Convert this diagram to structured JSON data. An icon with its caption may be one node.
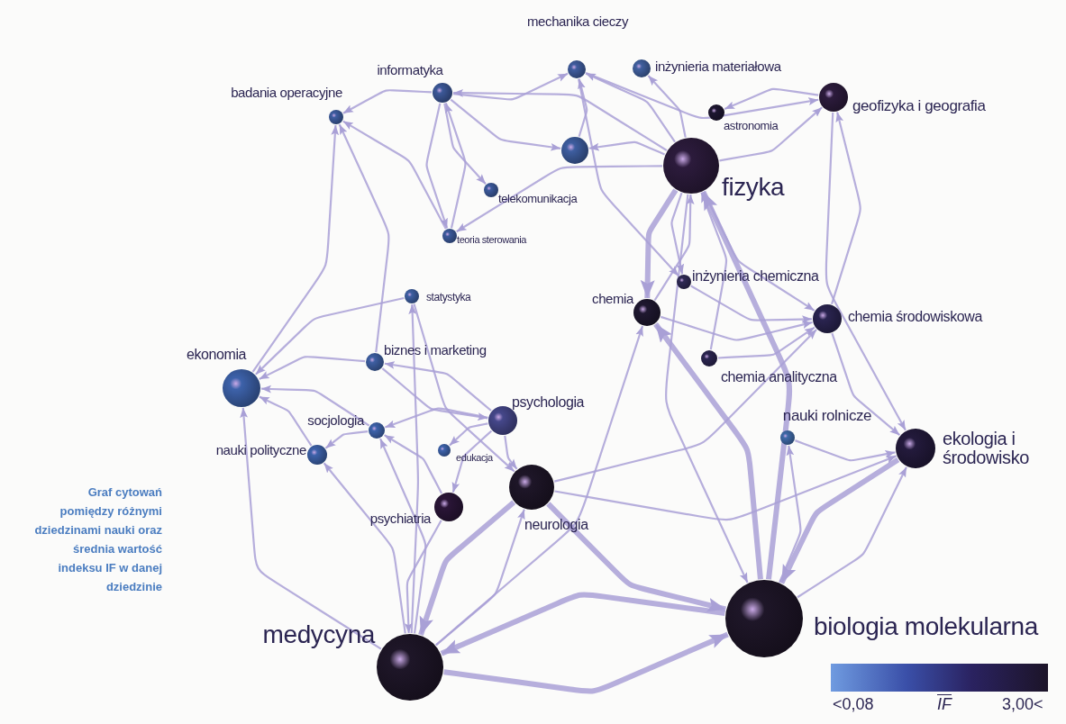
{
  "diagram": {
    "caption": "Graf cytowań pomiędzy różnymi dziedzinami nauki oraz średnia wartość indeksu IF w danej dziedzinie",
    "nodes": [
      {
        "text": [
          "mechanika cieczy"
        ]
      },
      {
        "text": [
          "inżynieria materiałowa"
        ]
      },
      {
        "text": [
          "informatyka"
        ]
      },
      {
        "text": [
          "badania operacyjne"
        ]
      },
      {
        "text": [
          "geofizyka i geografia"
        ]
      },
      {
        "text": [
          "astronomia"
        ]
      },
      {
        "text": [],
        "shape": "circle"
      },
      {
        "text": [
          "fizyka"
        ]
      },
      {
        "text": [
          "telekomunikacja"
        ]
      },
      {
        "text": [
          "teoria sterowania"
        ]
      },
      {
        "text": [
          "inżynieria chemiczna"
        ]
      },
      {
        "text": [
          "statystyka"
        ]
      },
      {
        "text": [
          "chemia"
        ]
      },
      {
        "text": [
          "chemia środowiskowa"
        ]
      },
      {
        "text": [
          "biznes i marketing"
        ]
      },
      {
        "text": [
          "chemia analityczna"
        ]
      },
      {
        "text": [
          "ekonomia"
        ]
      },
      {
        "text": [
          "socjologia"
        ]
      },
      {
        "text": [
          "psychologia"
        ]
      },
      {
        "text": [
          "nauki polityczne"
        ]
      },
      {
        "text": [
          "edukacja"
        ]
      },
      {
        "text": [
          "nauki rolnicze"
        ]
      },
      {
        "text": [
          "ekologia i środowisko"
        ]
      },
      {
        "text": [
          "psychiatria"
        ]
      },
      {
        "text": [
          "neurologia"
        ]
      },
      {
        "text": [
          "biologia molekularna"
        ]
      },
      {
        "text": [
          "medycyna"
        ]
      }
    ],
    "edges": [
      {
        "from": 2,
        "to": 3,
        "arrow": "to"
      },
      {
        "from": 2,
        "to": 0,
        "arrow": "to"
      },
      {
        "from": 7,
        "to": 2,
        "arrow": "to"
      },
      {
        "from": 2,
        "to": 6,
        "arrow": "to"
      },
      {
        "from": 2,
        "to": 8,
        "arrow": "to"
      },
      {
        "from": 2,
        "to": 9,
        "arrow": "to"
      },
      {
        "from": 9,
        "to": 2,
        "arrow": "to"
      },
      {
        "from": 9,
        "to": 3,
        "arrow": "to"
      },
      {
        "from": 14,
        "to": 3,
        "arrow": "to"
      },
      {
        "from": 16,
        "to": 3,
        "arrow": "to"
      },
      {
        "from": 0,
        "to": 4,
        "arrow": "to"
      },
      {
        "from": 7,
        "to": 0,
        "arrow": "to"
      },
      {
        "from": 6,
        "to": 0,
        "arrow": "to"
      },
      {
        "from": 7,
        "to": 1,
        "arrow": "to"
      },
      {
        "from": 4,
        "to": 5,
        "arrow": "to"
      },
      {
        "from": 7,
        "to": 4,
        "arrow": "to"
      },
      {
        "from": 7,
        "to": 6,
        "arrow": "to"
      },
      {
        "from": 7,
        "to": 9,
        "arrow": "to"
      },
      {
        "from": 7,
        "to": 12,
        "arrow": "to",
        "style": "thick"
      },
      {
        "from": 12,
        "to": 7,
        "arrow": "to"
      },
      {
        "from": 7,
        "to": 10,
        "arrow": "to"
      },
      {
        "from": 7,
        "to": 13,
        "arrow": "to"
      },
      {
        "from": 25,
        "to": 7,
        "arrow": "to",
        "style": "thick"
      },
      {
        "from": 7,
        "to": 25,
        "arrow": "to"
      },
      {
        "from": 13,
        "to": 4,
        "arrow": "to"
      },
      {
        "from": 4,
        "to": 22,
        "arrow": "to"
      },
      {
        "from": 12,
        "to": 13,
        "arrow": "to"
      },
      {
        "from": 15,
        "to": 13,
        "arrow": "to"
      },
      {
        "from": 10,
        "to": 13,
        "arrow": "to"
      },
      {
        "from": 15,
        "to": 7,
        "arrow": "to"
      },
      {
        "from": 13,
        "to": 22,
        "arrow": "to"
      },
      {
        "from": 22,
        "to": 25,
        "arrow": "to",
        "style": "thick"
      },
      {
        "from": 25,
        "to": 22,
        "arrow": "to"
      },
      {
        "from": 21,
        "to": 22,
        "arrow": "to"
      },
      {
        "from": 24,
        "to": 22,
        "arrow": "to"
      },
      {
        "from": 25,
        "to": 12,
        "arrow": "to",
        "style": "thick"
      },
      {
        "from": 24,
        "to": 25,
        "arrow": "to",
        "style": "thick"
      },
      {
        "from": 26,
        "to": 25,
        "arrow": "to",
        "style": "thick"
      },
      {
        "from": 25,
        "to": 26,
        "arrow": "to",
        "style": "thick"
      },
      {
        "from": 24,
        "to": 26,
        "arrow": "to",
        "style": "thick"
      },
      {
        "from": 26,
        "to": 24,
        "arrow": "to"
      },
      {
        "from": 23,
        "to": 26,
        "arrow": "to"
      },
      {
        "from": 18,
        "to": 24,
        "arrow": "to"
      },
      {
        "from": 18,
        "to": 23,
        "arrow": "to"
      },
      {
        "from": 18,
        "to": 20,
        "arrow": "to"
      },
      {
        "from": 18,
        "to": 14,
        "arrow": "to"
      },
      {
        "from": 14,
        "to": 18,
        "arrow": "to"
      },
      {
        "from": 18,
        "to": 17,
        "arrow": "to"
      },
      {
        "from": 17,
        "to": 19,
        "arrow": "to"
      },
      {
        "from": 17,
        "to": 16,
        "arrow": "to"
      },
      {
        "from": 19,
        "to": 16,
        "arrow": "to"
      },
      {
        "from": 14,
        "to": 16,
        "arrow": "to"
      },
      {
        "from": 11,
        "to": 16,
        "arrow": "to"
      },
      {
        "from": 26,
        "to": 11,
        "arrow": "to"
      },
      {
        "from": 11,
        "to": 24,
        "arrow": "to"
      },
      {
        "from": 26,
        "to": 16,
        "arrow": "to"
      },
      {
        "from": 26,
        "to": 17,
        "arrow": "to"
      },
      {
        "from": 26,
        "to": 19,
        "arrow": "to"
      },
      {
        "from": 23,
        "to": 17,
        "arrow": "to"
      },
      {
        "from": 0,
        "to": 10,
        "arrow": "to"
      },
      {
        "from": 25,
        "to": 21,
        "arrow": "to"
      },
      {
        "from": 26,
        "to": 12,
        "arrow": "to"
      },
      {
        "from": 24,
        "to": 13,
        "arrow": "to"
      }
    ],
    "labels": [
      "<0,08",
      "IF",
      "3,00<"
    ]
  }
}
